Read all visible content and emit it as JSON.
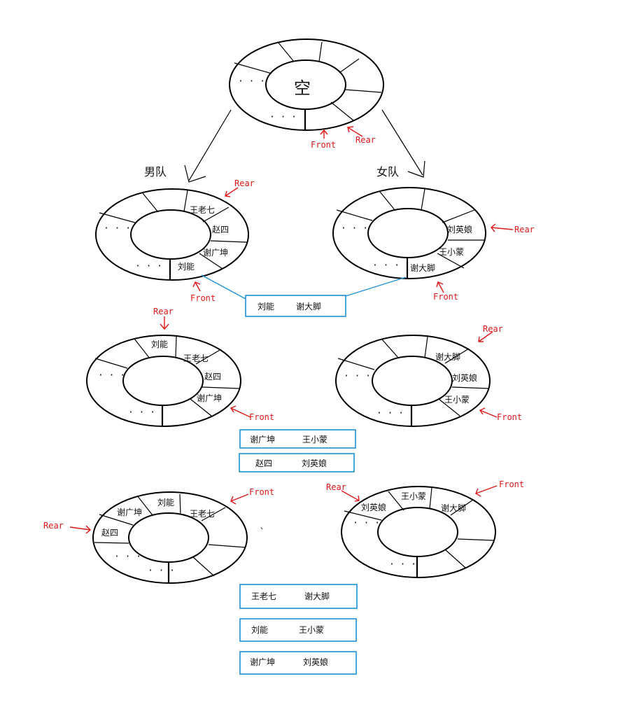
{
  "colors": {
    "pointer": "#e01818",
    "pair_box": "#1e90d6",
    "line": "#000000"
  },
  "labels": {
    "empty": "空",
    "male_queue": "男队",
    "female_queue": "女队",
    "front": "Front",
    "rear": "Rear",
    "ellipsis": "· · ·"
  },
  "stage1": {
    "male_slots": [
      "王老七",
      "赵四",
      "谢广坤",
      "刘能"
    ],
    "female_slots": [
      "刘英娘",
      "王小蒙",
      "谢大脚"
    ],
    "pair": [
      "刘能",
      "谢大脚"
    ]
  },
  "stage2": {
    "male_slots": [
      "刘能",
      "王老七",
      "赵四",
      "谢广坤"
    ],
    "female_slots": [
      "谢大脚",
      "刘英娘",
      "王小蒙"
    ],
    "pairs": [
      [
        "谢广坤",
        "王小蒙"
      ],
      [
        "赵四",
        "刘英娘"
      ]
    ]
  },
  "stage3": {
    "male_slots": [
      "谢广坤",
      "刘能",
      "王老七",
      "赵四"
    ],
    "female_slots": [
      "刘英娘",
      "王小蒙",
      "谢大脚"
    ],
    "pairs": [
      [
        "王老七",
        "谢大脚"
      ],
      [
        "刘能",
        "王小蒙"
      ],
      [
        "谢广坤",
        "刘英娘"
      ]
    ]
  }
}
